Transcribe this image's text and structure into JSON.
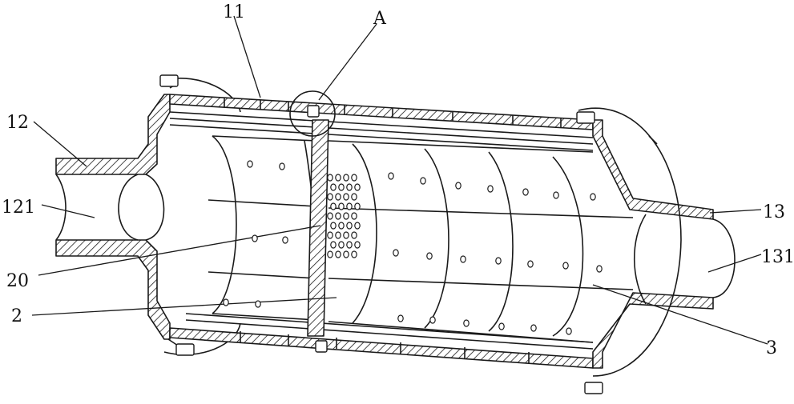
{
  "labels": {
    "l11": "11",
    "lA": "A",
    "l12": "12",
    "l121": "121",
    "l20": "20",
    "l2": "2",
    "l13": "13",
    "l131": "131",
    "l3": "3"
  },
  "colors": {
    "line": "#1a1a1a",
    "background": "#ffffff"
  }
}
